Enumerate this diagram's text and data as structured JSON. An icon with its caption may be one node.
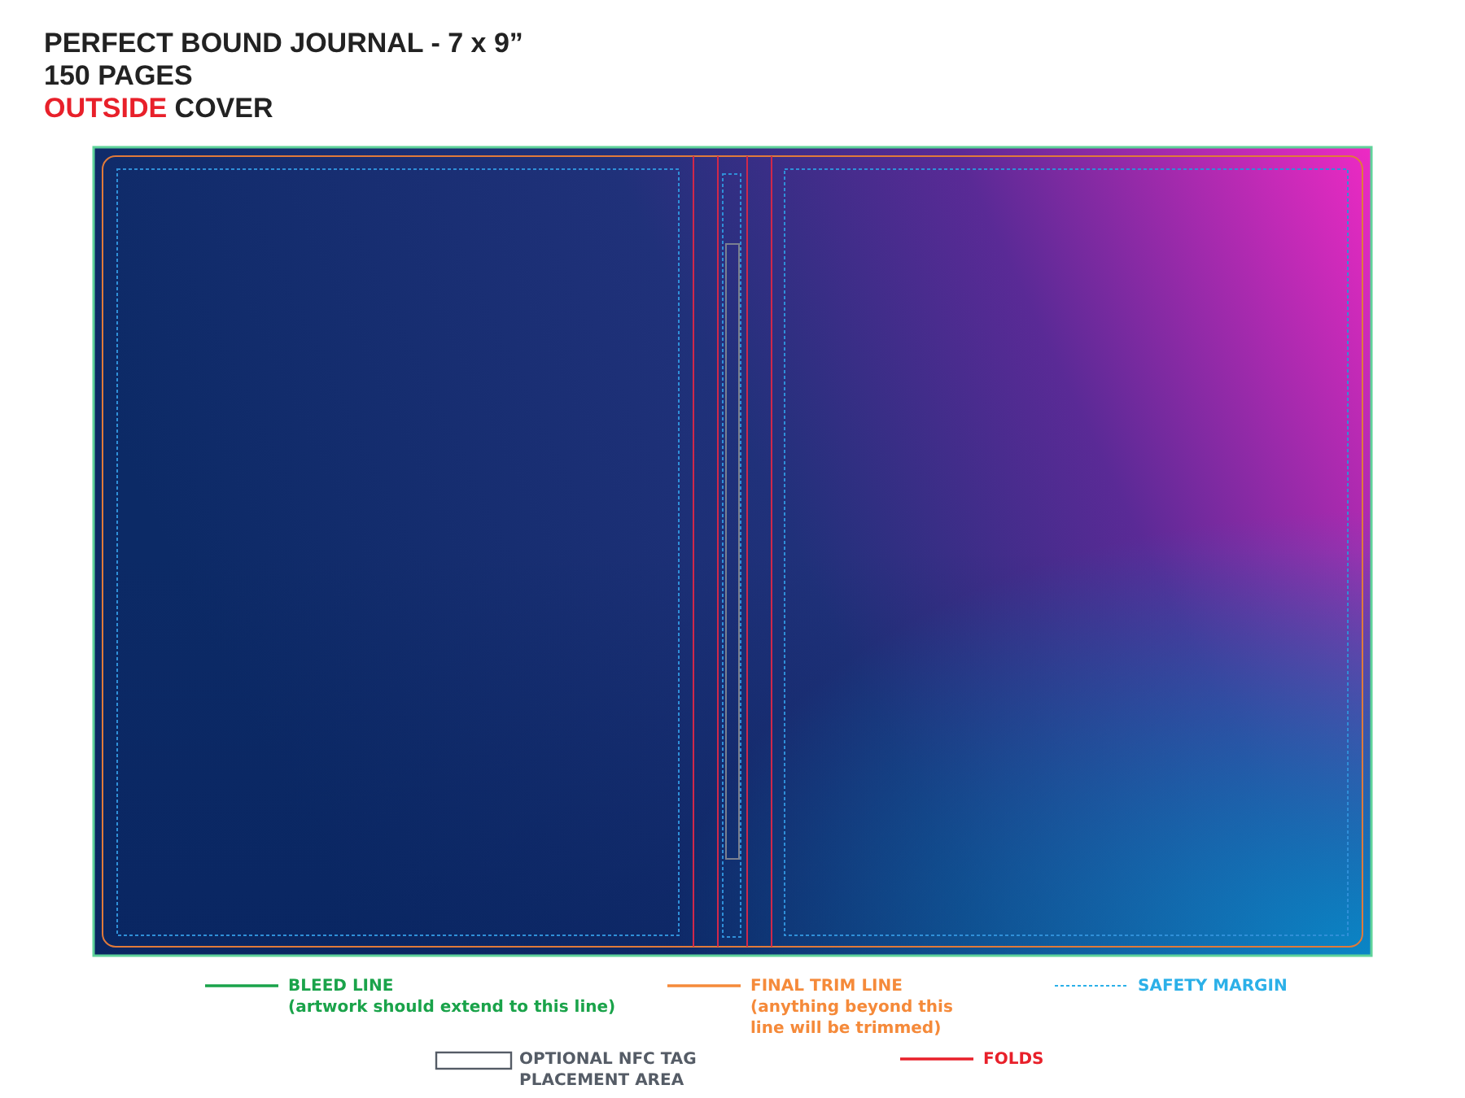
{
  "diagram": {
    "title": "PERFECT BOUND JOURNAL - 7 x 9”",
    "labels": [
      "150 PAGES",
      "OUTSIDE COVER",
      "(artwork should extend to this line)",
      "(anything beyond this line will be trimmed)"
    ],
    "legend": [
      {
        "text": "BLEED LINE"
      },
      {
        "text": "FINAL TRIM LINE"
      },
      {
        "text": "SAFETY MARGIN"
      },
      {
        "text": "OPTIONAL NFC TAG PLACEMENT AREA"
      },
      {
        "text": "FOLDS"
      }
    ]
  }
}
